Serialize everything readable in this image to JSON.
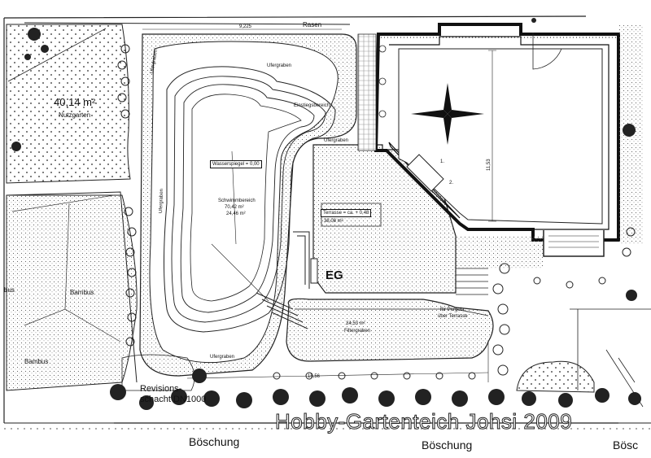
{
  "garden": {
    "area": "40,14 m²",
    "name": "Nutzgarten"
  },
  "top": {
    "lawn": "Rasen",
    "dim": "9,225"
  },
  "pond": {
    "water_level": "Wasserspiegel = 0,00",
    "swim_title": "Schwimmbereich",
    "swim_area_1": "70,42 m²",
    "swim_area_2": "24,46 m²",
    "shore_trench_top": "Ufergraben",
    "shore_trench_left": "Ufergraben",
    "shore_trench_bottom": "Ufergraben",
    "entry": "Einstiegsbereich"
  },
  "terrace": {
    "label": "Terrasse = ca. + 0,48",
    "area": "38,08 m²",
    "sign": "EG"
  },
  "filter": {
    "area": "24,53 m²",
    "name": "Filtergraben",
    "note_1": "für Pergola",
    "note_2": "über Terrasse"
  },
  "house": {
    "dim_vertical": "11,53",
    "stair_1": "2.",
    "stair_2": "1."
  },
  "bamboo": {
    "a": "Bambus",
    "b": "bus",
    "c": "Bambus"
  },
  "revision": {
    "line1": "Revisions-",
    "line2": "schacht DN1000"
  },
  "bottom": {
    "dim": "15,56",
    "slope_1": "Böschung",
    "slope_2": "Böschung",
    "slope_3": "Bösc"
  },
  "watermark": "Hobby-Gartenteich Johsi 2009"
}
